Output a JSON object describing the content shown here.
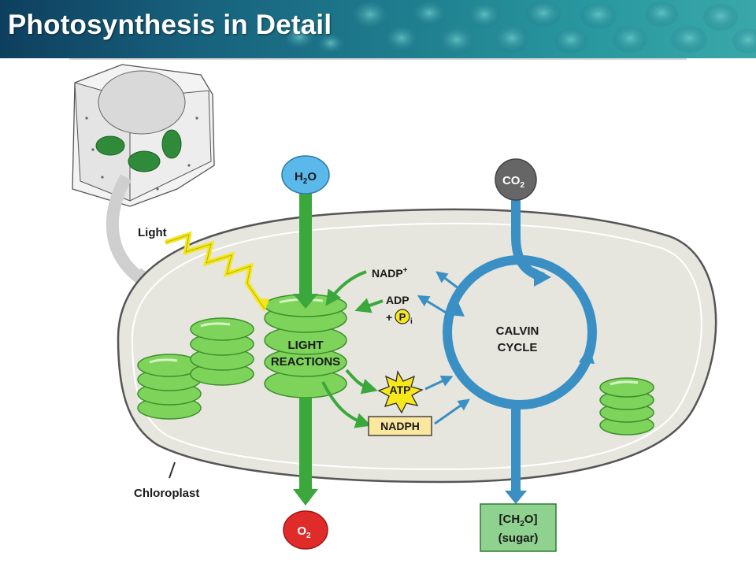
{
  "slide": {
    "title": "Photosynthesis in Detail"
  },
  "diagram": {
    "inputs": {
      "water": {
        "main": "H",
        "sub": "2",
        "tail": "O"
      },
      "carbon_dioxide": {
        "main": "CO",
        "sub": "2"
      }
    },
    "outputs": {
      "oxygen": {
        "main": "O",
        "sub": "2"
      },
      "sugar": {
        "line1_pre": "[CH",
        "line1_sub": "2",
        "line1_post": "O]",
        "line2": "(sugar)"
      }
    },
    "labels": {
      "light": "Light",
      "chloroplast": "Chloroplast",
      "light_reactions_1": "LIGHT",
      "light_reactions_2": "REACTIONS",
      "calvin_1": "CALVIN",
      "calvin_2": "CYCLE",
      "nadp": "NADP",
      "nadp_sup": "+",
      "adp": "ADP",
      "plus": "+",
      "pi": "P",
      "pi_sub": "i",
      "atp": "ATP",
      "nadph": "NADPH"
    },
    "colors": {
      "green_flow": "#3aa83a",
      "blue_flow": "#3a8fc4",
      "thylakoid": "#7ed35a",
      "stroma": "#e6e6df",
      "water_bubble": "#5ab9ea",
      "co2_bubble": "#666666",
      "o2_bubble": "#e02b2b",
      "atp_burst": "#f7e81e",
      "nadph_box": "#fbe7a0",
      "sugar_box": "#8fd28f"
    }
  }
}
